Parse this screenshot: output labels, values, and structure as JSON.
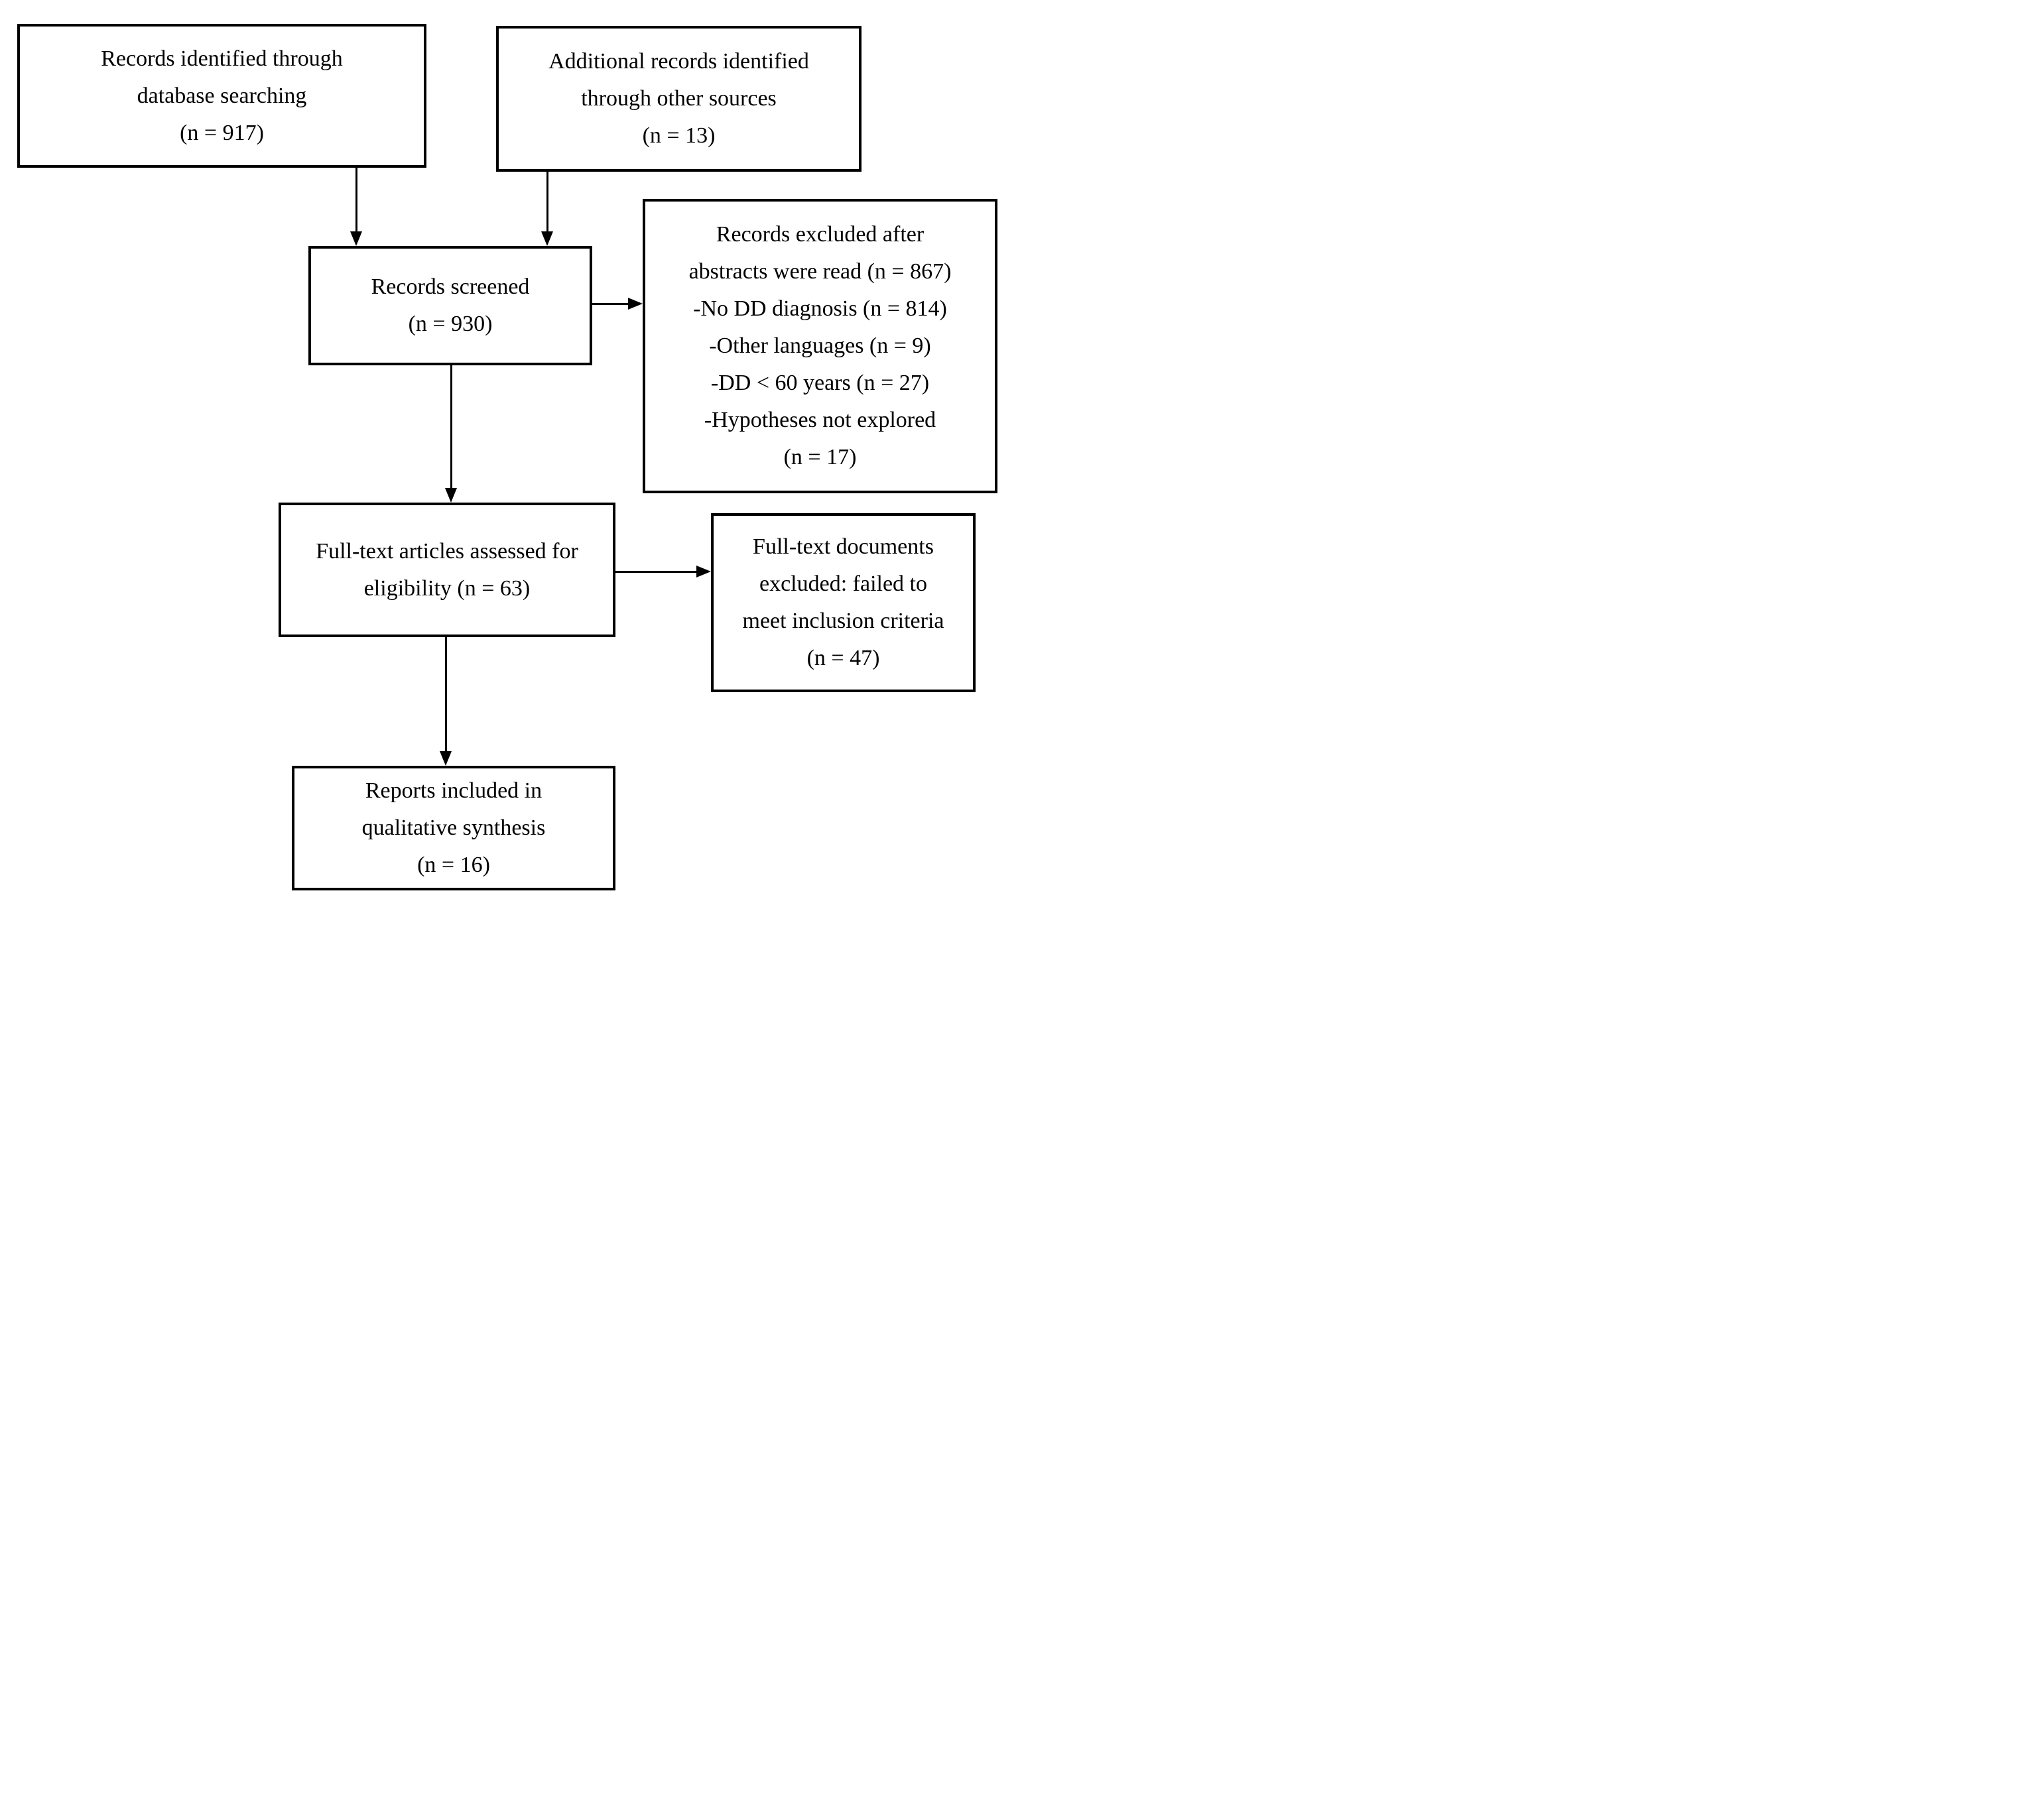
{
  "boxes": [
    {
      "id": "records-identified",
      "lines": [
        "Records identified through",
        "database searching",
        "(n = 917)"
      ]
    },
    {
      "id": "additional-records",
      "lines": [
        "Additional records identified",
        "through other sources",
        "(n = 13)"
      ]
    },
    {
      "id": "records-screened",
      "lines": [
        "Records screened",
        "(n = 930)"
      ]
    },
    {
      "id": "records-excluded",
      "lines": [
        "Records excluded after",
        "abstracts were read (n = 867)",
        "-No DD diagnosis (n = 814)",
        "-Other languages (n = 9)",
        "-DD < 60 years (n = 27)",
        "-Hypotheses not explored",
        "(n = 17)"
      ]
    },
    {
      "id": "fulltext-assessed",
      "lines": [
        "Full-text articles assessed for",
        "eligibility (n = 63)"
      ]
    },
    {
      "id": "fulltext-excluded",
      "lines": [
        "Full-text documents",
        "excluded: failed to",
        "meet inclusion criteria",
        "(n = 47)"
      ]
    },
    {
      "id": "reports-included",
      "lines": [
        "Reports included in",
        "qualitative synthesis",
        "(n = 16)"
      ]
    }
  ],
  "colors": {
    "border": "#000000",
    "background": "#ffffff",
    "text": "#000000"
  }
}
